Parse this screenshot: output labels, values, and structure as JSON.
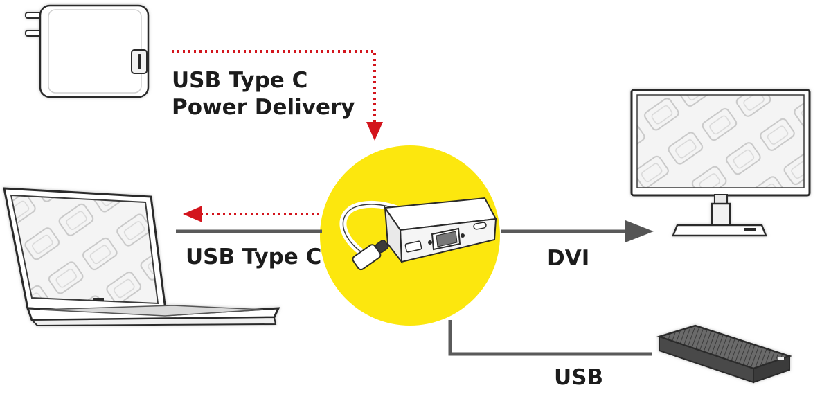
{
  "diagram": {
    "labels": {
      "power_delivery": [
        "USB Type C",
        "Power Delivery"
      ],
      "usb_type_c": "USB Type C",
      "dvi": "DVI",
      "usb": "USB"
    },
    "nodes": [
      "power-adapter",
      "laptop",
      "adapter-hub",
      "monitor",
      "external-drive"
    ],
    "colors": {
      "power_line": "#d3151d",
      "data_line": "#5a5a5a",
      "hub_circle": "#fce70e",
      "device_stroke": "#2a2a2a"
    }
  }
}
